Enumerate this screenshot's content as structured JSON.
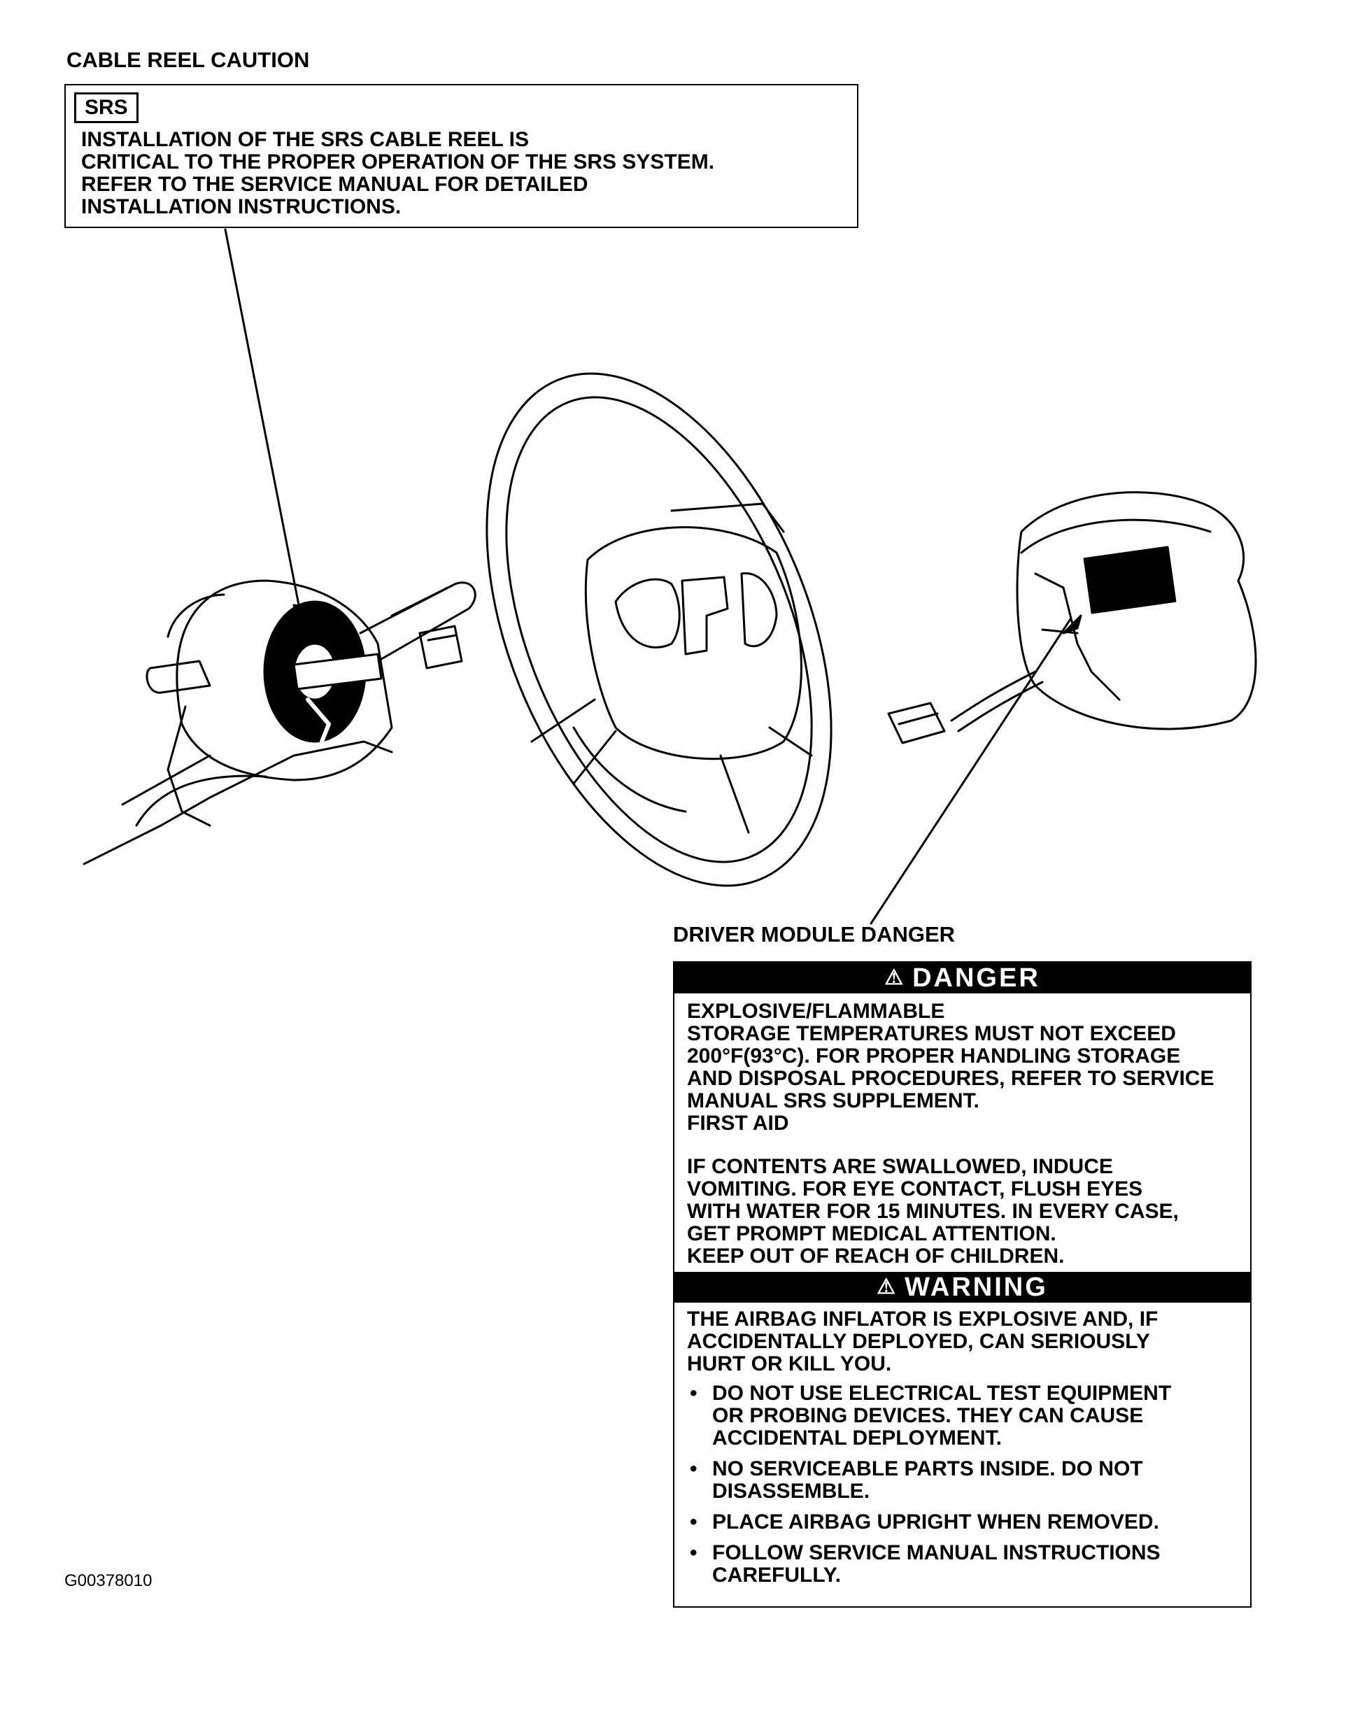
{
  "caution": {
    "heading": "CABLE REEL CAUTION",
    "badge": "SRS",
    "lines": [
      "INSTALLATION OF THE SRS CABLE REEL IS",
      "CRITICAL TO THE PROPER OPERATION OF THE SRS SYSTEM.",
      "REFER TO THE SERVICE MANUAL FOR DETAILED",
      "INSTALLATION INSTRUCTIONS."
    ]
  },
  "danger_label": "DRIVER MODULE DANGER",
  "danger": {
    "title": "DANGER",
    "lines": [
      "EXPLOSIVE/FLAMMABLE",
      "STORAGE TEMPERATURES MUST NOT EXCEED",
      "200°F(93°C). FOR PROPER HANDLING STORAGE",
      "AND DISPOSAL PROCEDURES, REFER TO SERVICE",
      "MANUAL SRS SUPPLEMENT.",
      "FIRST AID"
    ],
    "first_aid_lines": [
      "IF CONTENTS ARE SWALLOWED, INDUCE",
      "VOMITING. FOR EYE CONTACT, FLUSH EYES",
      "WITH WATER FOR 15 MINUTES. IN EVERY CASE,",
      "GET PROMPT MEDICAL ATTENTION.",
      "KEEP OUT OF REACH OF CHILDREN."
    ]
  },
  "warning": {
    "title": "WARNING",
    "lines": [
      "THE AIRBAG INFLATOR IS EXPLOSIVE AND, IF",
      "ACCIDENTALLY DEPLOYED, CAN SERIOUSLY",
      "HURT OR KILL YOU."
    ],
    "bullets": [
      [
        "DO NOT USE ELECTRICAL TEST EQUIPMENT",
        "OR PROBING DEVICES. THEY CAN CAUSE",
        "ACCIDENTAL DEPLOYMENT."
      ],
      [
        "NO SERVICEABLE PARTS INSIDE. DO NOT",
        "DISASSEMBLE."
      ],
      [
        "PLACE AIRBAG UPRIGHT WHEN REMOVED."
      ],
      [
        "FOLLOW SERVICE MANUAL INSTRUCTIONS",
        "CAREFULLY."
      ]
    ]
  },
  "figure_id": "G00378010"
}
